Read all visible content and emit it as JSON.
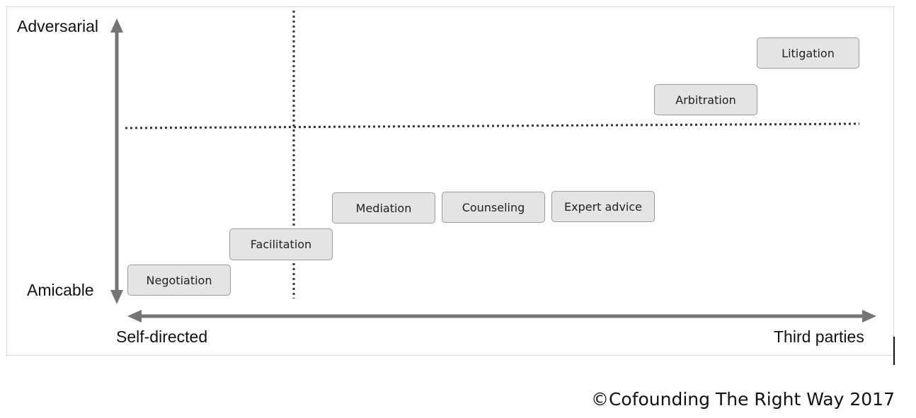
{
  "axes": {
    "y_top": "Adversarial",
    "y_bottom": "Amicable",
    "x_left": "Self-directed",
    "x_right": "Third parties"
  },
  "boxes": [
    {
      "label": "Negotiation"
    },
    {
      "label": "Facilitation"
    },
    {
      "label": "Mediation"
    },
    {
      "label": "Counseling"
    },
    {
      "label": "Expert advice"
    },
    {
      "label": "Arbitration"
    },
    {
      "label": "Litigation"
    }
  ],
  "copyright": "©Cofounding The Right Way 2017",
  "colors": {
    "axis": "#757575",
    "box_fill": "#e4e4e4",
    "box_border": "#9a9a9a",
    "dotted": "#333333"
  }
}
